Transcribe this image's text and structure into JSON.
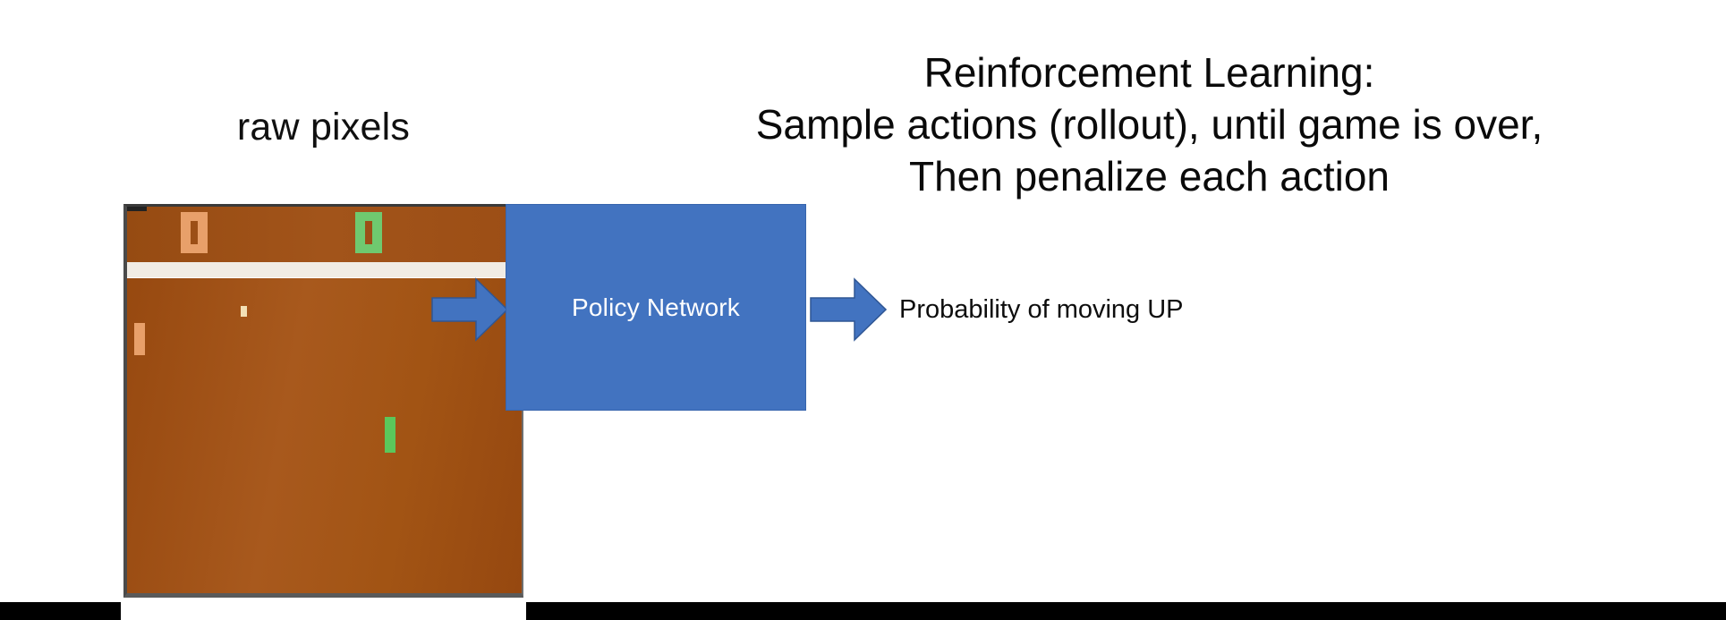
{
  "slide": {
    "caption": "raw pixels",
    "title_lines": [
      "Reinforcement Learning:",
      "Sample actions (rollout), until game is over,",
      "Then penalize each action"
    ],
    "policy_box_label": "Policy Network",
    "output_label": "Probability of moving UP"
  },
  "game": {
    "name": "Atari Pong",
    "score_left": "0",
    "score_right": "0"
  },
  "colors": {
    "playfield_brown": "#9c4f16",
    "net_white": "#f1ece4",
    "paddle_left_orange": "#e8a06a",
    "paddle_right_green": "#5bc75b",
    "ball_cream": "#f3e0b5",
    "accent_blue": "#4273c0",
    "black_bar": "#000000",
    "text_black": "#0a0a0a"
  },
  "icons": {
    "arrow_in": "right-arrow-icon",
    "arrow_out": "right-arrow-icon"
  }
}
